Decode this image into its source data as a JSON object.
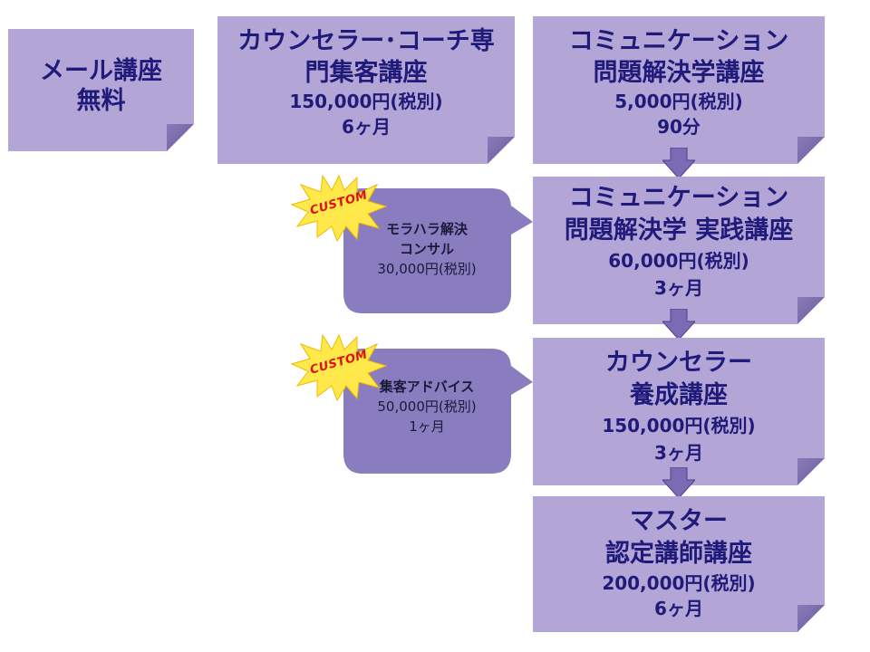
{
  "colors": {
    "card_fill": "#b3a6d6",
    "card_text": "#201a7a",
    "fold": "#7a6bab",
    "arrow": "#7b6bb5",
    "callout_fill": "#8a7dbf",
    "burst_fill": "#ffe84a",
    "burst_text": "#e01010"
  },
  "cards": {
    "mail": {
      "lines": [
        "メール講座",
        "無料"
      ]
    },
    "coach": {
      "title": [
        "カウンセラー･コーチ専",
        "門集客講座"
      ],
      "price": "150,000円(税別)",
      "duration": "6ヶ月"
    },
    "comm": {
      "title": [
        "コミュニケーション",
        "問題解決学講座"
      ],
      "price": "5,000円(税別)",
      "duration": "90分"
    },
    "practice": {
      "title": [
        "コミュニケーション",
        "問題解決学 実践講座"
      ],
      "price": "60,000円(税別)",
      "duration": "3ヶ月"
    },
    "counselor": {
      "title": [
        "カウンセラー",
        "養成講座"
      ],
      "price": "150,000円(税別)",
      "duration": "3ヶ月"
    },
    "master": {
      "title": [
        "マスター",
        "認定講師講座"
      ],
      "price": "200,000円(税別)",
      "duration": "6ヶ月"
    }
  },
  "callouts": [
    {
      "name": [
        "モラハラ解決",
        "コンサル"
      ],
      "price": "30,000円(税別)",
      "badge": "CUSTOM"
    },
    {
      "name": [
        "集客アドバイス"
      ],
      "price": "50,000円(税別)",
      "duration": "1ヶ月",
      "badge": "CUSTOM"
    }
  ]
}
